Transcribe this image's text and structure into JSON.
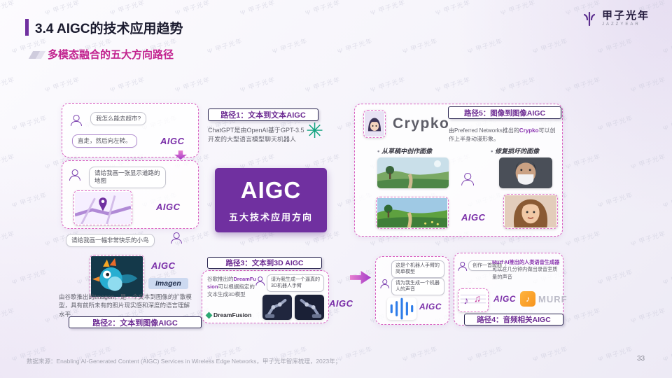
{
  "slide": {
    "title": "3.4 AIGC的技术应用趋势",
    "subtitle": "多模态融合的五大方向路径",
    "page_number": "33",
    "source": "数据来源：Enabling AI-Generated Content (AIGC) Services in Wireless Edge Networks，甲子光年智库梳理，2023年；"
  },
  "brand": {
    "name": "甲子光年",
    "sub": "JAZZYEAR"
  },
  "watermark": {
    "text": "甲子光年",
    "icon": "Ψ"
  },
  "labels": {
    "aigc": "AIGC"
  },
  "center_box": {
    "title": "AIGC",
    "subtitle": "五大技术应用方向"
  },
  "path1": {
    "header": "路径1：文本到文本AIGC",
    "question": "我怎么能去超市?",
    "answer": "直走，然后向左转。",
    "desc": "ChatGPT是由OpenAI基于GPT-3.5 开发的大型语言模型聊天机器人",
    "openai_icon": "✳"
  },
  "path2": {
    "header": "路径2：文本到图像AIGC",
    "map_question": "请给我画一张显示道路的地图",
    "bird_question": "请给我画一幅非常快乐的小鸟",
    "imagen_label": "Imagen",
    "desc": "由谷歌推出的Imagen，是一个文本到图像的扩散模型，具有前所未有的照片现实感和深度的语言理解水平"
  },
  "path3": {
    "header": "路径3：文本到3D AIGC",
    "desc_a": "谷歌推出的",
    "desc_b": "DreamFusion",
    "desc_c": "可以根据指定的文本生成3D模型",
    "bubble": "请为我生成一个逼真的3D机器人手臂",
    "logo": "DreamFusion"
  },
  "mid": {
    "bubble1": "这是个机器人手臂的简单模型",
    "bubble2": "请为我生成一个机器人的声音"
  },
  "path4": {
    "header": "路径4：音频相关AIGC",
    "bubble": "创作一首歌曲",
    "desc_a": "Murf AI推出的人类语音生成器",
    "desc_b": "可以在几分钟内做出录音室质量的声音",
    "murf_label": "MURF"
  },
  "path5": {
    "header": "路径5：图像到图像AIGC",
    "crypko_label": "Crypko",
    "desc_a": "由Preferred Networks推出的",
    "desc_b": "Crypko",
    "desc_c": "可以创作上半身动漫形象。",
    "col1_title": "从草稿中创作图像",
    "col2_title": "修复损坏的图像"
  }
}
